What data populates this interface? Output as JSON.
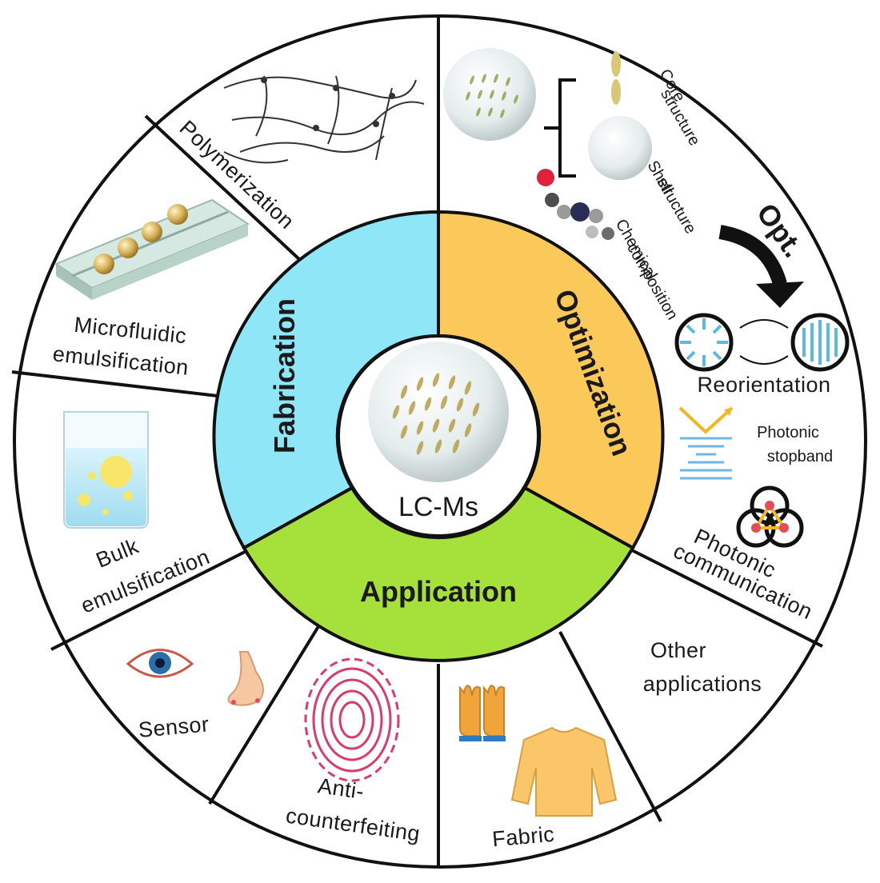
{
  "center": {
    "label": "LC-Ms"
  },
  "ring": {
    "fabrication": "Fabrication",
    "optimization": "Optimization",
    "application": "Application"
  },
  "outer": {
    "polymerization": "Polymerization",
    "microfluidic_line1": "Microfluidic",
    "microfluidic_line2": "emulsification",
    "bulk_line1": "Bulk",
    "bulk_line2": "emulsification",
    "sensor": "Sensor",
    "anti_line1": "Anti-",
    "anti_line2": "counterfeiting",
    "fabric": "Fabric",
    "other_line1": "Other",
    "other_line2": "applications",
    "photonic_comm_line1": "Photonic",
    "photonic_comm_line2": "communication",
    "photonic_stop_line1": "Photonic",
    "photonic_stop_line2": "stopband",
    "reorientation": "Reorientation",
    "opt_arrow": "Opt.",
    "core_line1": "Core",
    "core_line2": "structure",
    "shell_line1": "Shell",
    "shell_line2": "structure",
    "chem_line1": "Chemical",
    "chem_line2": "composition"
  },
  "colors": {
    "fabrication": "#8ee6f6",
    "optimization": "#fbc95a",
    "application": "#a6e03a",
    "outline": "#111111"
  },
  "icons": [
    "lc-droplet-icon",
    "polymer-network-icon",
    "microfluidic-chip-icon",
    "beaker-icon",
    "eye-icon",
    "nose-icon",
    "fingerprint-icon",
    "gloves-icon",
    "sweater-icon",
    "reorientation-icon",
    "bragg-reflection-icon",
    "triangle-network-icon"
  ]
}
